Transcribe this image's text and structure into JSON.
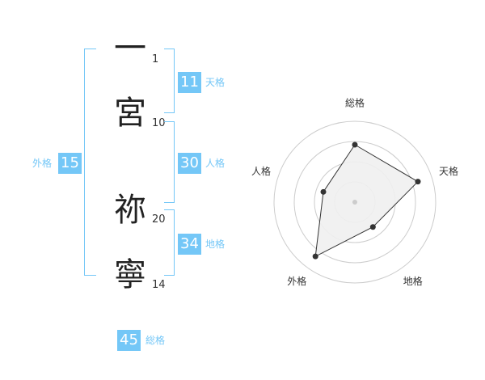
{
  "name_chars": [
    {
      "char": "一",
      "strokes": "1"
    },
    {
      "char": "宮",
      "strokes": "10"
    },
    {
      "char": "祢",
      "strokes": "20"
    },
    {
      "char": "寧",
      "strokes": "14"
    }
  ],
  "fortunes": {
    "tenkaku": {
      "label": "天格",
      "value": "11"
    },
    "jinkaku": {
      "label": "人格",
      "value": "30"
    },
    "chikaku": {
      "label": "地格",
      "value": "34"
    },
    "gaikaku": {
      "label": "外格",
      "value": "15"
    },
    "soukaku": {
      "label": "総格",
      "value": "45"
    }
  },
  "chart_data": {
    "type": "radar",
    "axes": [
      "総格",
      "天格",
      "地格",
      "外格",
      "人格"
    ],
    "values": [
      0.71,
      0.82,
      0.38,
      0.83,
      0.41
    ],
    "rmax": 1,
    "rings": 4,
    "fill_color": "#f0f0f0",
    "line_color": "#333333",
    "ring_color": "#cccccc"
  },
  "colors": {
    "accent": "#74c7f7"
  }
}
